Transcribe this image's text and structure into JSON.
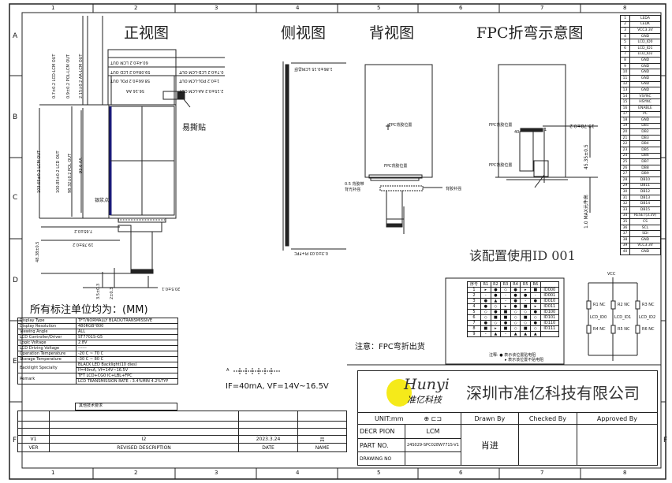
{
  "frame": {
    "columns": [
      "1",
      "2",
      "3",
      "4",
      "5",
      "6",
      "7",
      "8"
    ],
    "rows": [
      "A",
      "B",
      "C",
      "D",
      "E",
      "F"
    ]
  },
  "views": {
    "front": "正视图",
    "side": "侧视图",
    "back": "背视图",
    "fpc": "FPC折弯示意图"
  },
  "front_dims": {
    "top_h": [
      "60.4±0.2 LCM OUT",
      "59.08±0.2 LCD OUT",
      "58.66±0.2 POL OUT",
      "56.16 AA"
    ],
    "right_h": [
      "0.7±0.2 LCD-LCM OUT",
      "1±0.2 POL-LCM OUT",
      "2.15±0.2 AA-LCM OUT"
    ],
    "top_v": [
      "0.7±0.2 LCD-LCM OUT",
      "0.9±0.2 POL-LCM OUT",
      "2.15±0.2 AA-LCM OUT"
    ],
    "left_v": [
      "103.65±0.2 LCM OUT",
      "100.85±0.2 LCD OUT",
      "98.32±0.2 POL OUT",
      "93.6 AA"
    ],
    "fpc_v": [
      "48.38±0.5",
      "3.5±0.3",
      "2±0.3"
    ],
    "fpc_h": [
      "7.65±0.2",
      "19.78±0.2",
      "20.5±0.1"
    ],
    "tear_label": "易撕贴",
    "silver_label": "银浆点"
  },
  "side_dims": {
    "thickness": "1.86±0.15 LCM总厚",
    "fpc": "0.3±0.03 PI+FPC"
  },
  "back_labels": {
    "fpc_glue": "FPC背胶位置",
    "fpc_glue2": "FPC背胶位置",
    "note1": "0.5 背胶带",
    "note2": "背光补强",
    "stiffener": "背胶补强"
  },
  "fpc_dims": {
    "w": "19.78±0.2",
    "h": "45.35±0.5",
    "max": "1.0 MAX元件高",
    "pin_first": "40",
    "pin_last": "1",
    "glue": "FPC背胶位置",
    "glue2": "FPC背胶位置"
  },
  "config_id": "该配置使用ID 001",
  "fpc_note": "注意：FPC弯折出货",
  "units_note": "所有标注单位均为：(MM)",
  "led": {
    "label": "IF=40mA, VF=14V~16.5V"
  },
  "spec": [
    {
      "k": "Display Type",
      "v": "TFT/NORMALLY BLACK/TRANSMISSIVE"
    },
    {
      "k": "Display Resolution",
      "v": "480RGB*800"
    },
    {
      "k": "Viewing Angle",
      "v": "ALL"
    },
    {
      "k": "LCD Controller/Driver",
      "v": "ST7701S-G5"
    },
    {
      "k": "Logic Voltage",
      "v": "2.8V"
    },
    {
      "k": "LCD Driving Voltage",
      "v": "------"
    },
    {
      "k": "Operation Temperature",
      "v": "-20 C ~ 70 C"
    },
    {
      "k": "Storage Temperature",
      "v": "-30 C ~ 80 C"
    },
    {
      "k": "Backlight Specialty",
      "v": "BLACK LED Backlight(10 dies)",
      "v2": "If=40mA, Vf=14V~16.5V"
    },
    {
      "k": "Remark",
      "v": "TFT LCD+CG0 IC+LBL+FPC",
      "v2": "LCD TRANSMISSION RATE : 3.4%MIN 4.2%TYP"
    }
  ],
  "revision": {
    "note": "其他技术要求",
    "rows": [
      {
        "ver": "V1",
        "desc": "I2",
        "date": "2023.3.24",
        "name": "吕"
      }
    ],
    "headers": {
      "ver": "VER",
      "desc": "REVISED DESCRIPTION",
      "date": "DATE",
      "name": "NAME"
    }
  },
  "pins": [
    "LEDA",
    "LEDK",
    "VCC3.3V",
    "GND",
    "LCD_ID0",
    "LCD_ID1",
    "LCD_ID2",
    "GND",
    "GND",
    "GND",
    "GND",
    "GND",
    "GND",
    "VSYNC",
    "HSYNC",
    "ENABLE",
    "PC",
    "GND",
    "DB1",
    "DB2",
    "DB3",
    "DB4",
    "DB5",
    "DB6",
    "DB7",
    "DB8",
    "DB9",
    "DB10",
    "DB11",
    "DB12",
    "DB13",
    "DB14",
    "DB15",
    "RESET(3.3V)",
    "CS",
    "SCL",
    "SDI",
    "GND",
    "VCC3.3V",
    "GND"
  ],
  "id_table": {
    "headers": [
      "序号",
      "R1",
      "R2",
      "R3",
      "R4",
      "R5",
      "R6",
      ""
    ],
    "rows": [
      [
        "1",
        "▸",
        "●",
        "◇",
        "●",
        "▸",
        "■",
        "ID000"
      ],
      [
        "2",
        "-",
        "●",
        "-",
        "●",
        "●",
        "-",
        "ID001"
      ],
      [
        "3",
        "●",
        "▲",
        "-",
        "●",
        "-",
        "●",
        "ID010"
      ],
      [
        "4",
        "●",
        "◇",
        "▸",
        "●",
        "■",
        "▸",
        "ID011"
      ],
      [
        "5",
        "◇",
        "●",
        "■",
        "◇",
        "◇",
        "●",
        "ID100"
      ],
      [
        "6",
        "◇",
        "■",
        "■",
        "◇",
        "■",
        "◇",
        "ID101"
      ],
      [
        "7",
        "●",
        "◇",
        "●",
        "◇",
        "◇",
        "●",
        "ID110"
      ],
      [
        "8",
        "■",
        "▸",
        "■",
        "◇",
        "■",
        "◇",
        "ID111"
      ],
      [
        "9",
        "-",
        "▲",
        "-",
        "▲",
        "▲",
        "▲",
        ""
      ]
    ],
    "legend1": "注释: ● 表示该位置贴电阻",
    "legend2": "▸ 表示该位置不贴电阻"
  },
  "circuit": {
    "vcc": "VCC",
    "ids": [
      "LCD_ID0",
      "LCD_ID1",
      "LCD_ID2"
    ],
    "res": [
      "R1 NC",
      "R2 NC",
      "R3 NC",
      "R4 NC",
      "R5 NC",
      "R6 NC"
    ]
  },
  "title_block": {
    "logo": "Hunyi",
    "logo_cn": "准亿科技",
    "company": "深圳市准亿科技有限公司",
    "unit": "UNIT:mm",
    "drawn_by": "Drawn By",
    "checked_by": "Checked By",
    "approved_by": "Approved By",
    "desc_label": "DECR PION",
    "desc": "LCM",
    "part_label": "PART NO.",
    "part": "24S029-SPC028W771S-V1",
    "drawing_label": "DRAWING NO",
    "signature": "肖进",
    "logo_color": "#f5ea1a"
  }
}
